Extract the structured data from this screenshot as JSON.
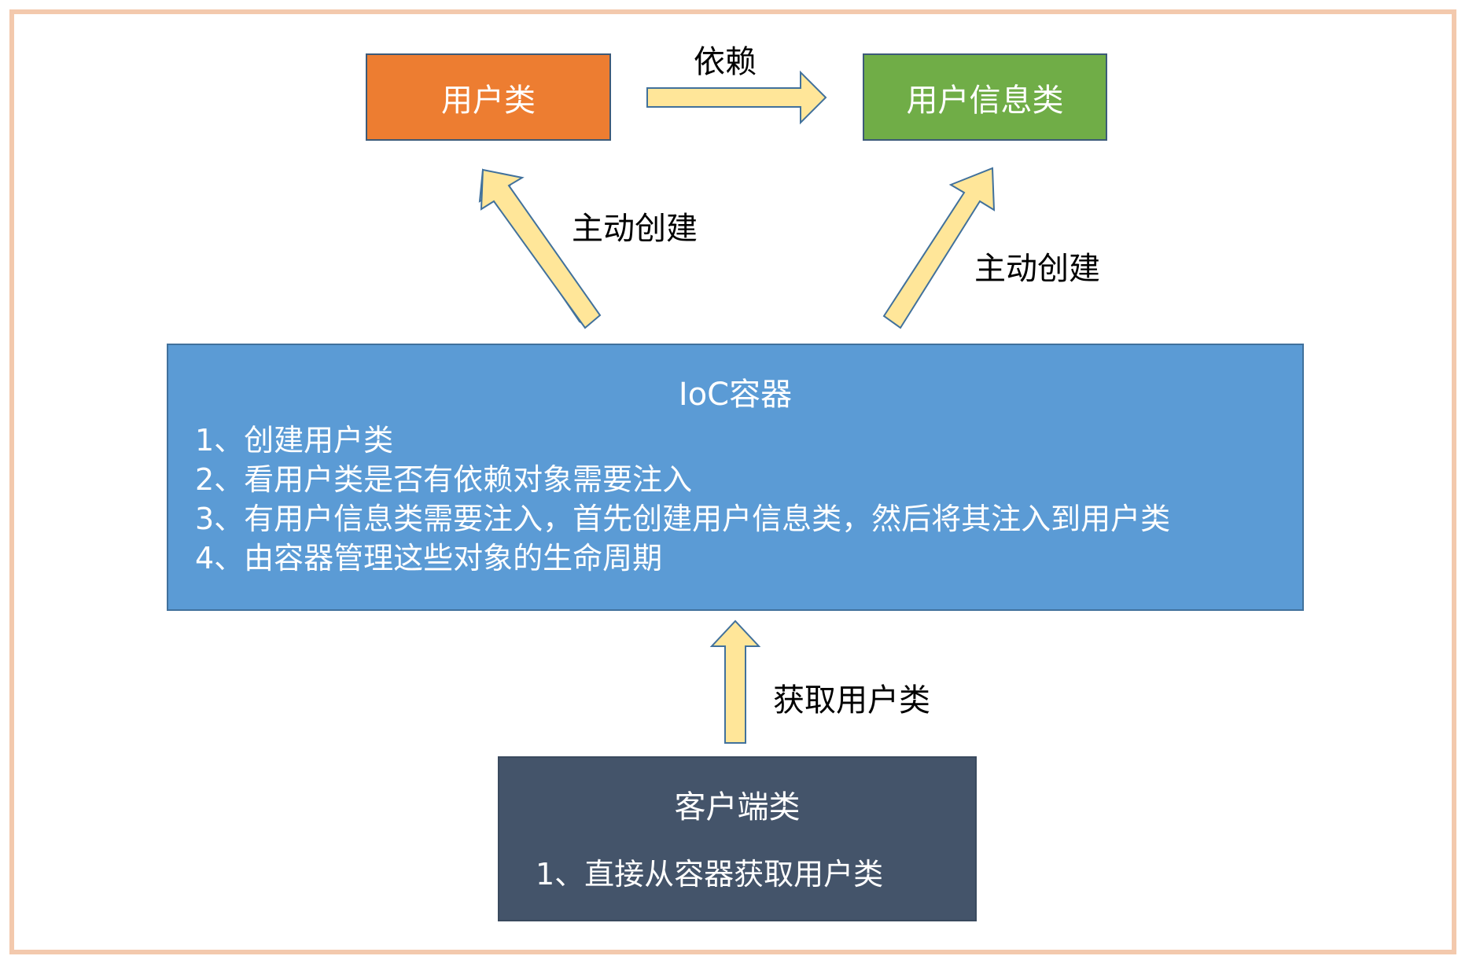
{
  "nodes": {
    "user_class": "用户类",
    "user_info_class": "用户信息类",
    "ioc": {
      "title": "IoC容器",
      "items": [
        "1、创建用户类",
        "2、看用户类是否有依赖对象需要注入",
        "3、有用户信息类需要注入，首先创建用户信息类，然后将其注入到用户类",
        "4、由容器管理这些对象的生命周期"
      ]
    },
    "client": {
      "title": "客户端类",
      "item": "1、直接从容器获取用户类"
    }
  },
  "edges": {
    "depends": "依赖",
    "create_left": "主动创建",
    "create_right": "主动创建",
    "get_user": "获取用户类"
  },
  "colors": {
    "user_class": "#ed7d31",
    "user_info_class": "#70ad47",
    "ioc": "#5b9bd5",
    "client": "#44546a",
    "arrow_fill": "#ffe699",
    "arrow_stroke": "#41719c",
    "frame": "#f3c9ad"
  }
}
